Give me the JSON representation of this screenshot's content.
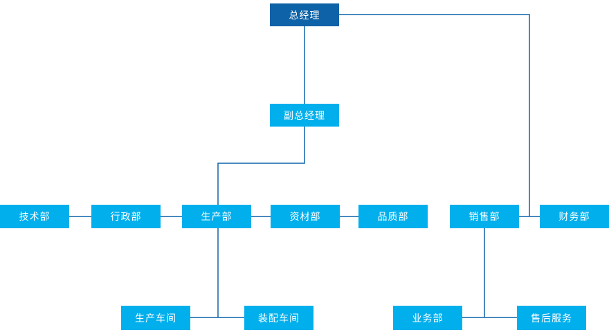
{
  "org_chart": {
    "nodes": {
      "general_manager": {
        "label": "总经理"
      },
      "deputy_general_manager": {
        "label": "副总经理"
      },
      "technology": {
        "label": "技术部"
      },
      "administration": {
        "label": "行政部"
      },
      "production": {
        "label": "生产部"
      },
      "materials": {
        "label": "资材部"
      },
      "quality": {
        "label": "品质部"
      },
      "sales": {
        "label": "销售部"
      },
      "finance": {
        "label": "财务部"
      },
      "production_workshop": {
        "label": "生产车间"
      },
      "assembly_workshop": {
        "label": "装配车间"
      },
      "business": {
        "label": "业务部"
      },
      "after_sales_service": {
        "label": "售后服务"
      }
    },
    "colors": {
      "root_box": "#0e62a7",
      "dept_box": "#00afec",
      "connector": "#0f64a8",
      "text": "#ffffff"
    }
  }
}
